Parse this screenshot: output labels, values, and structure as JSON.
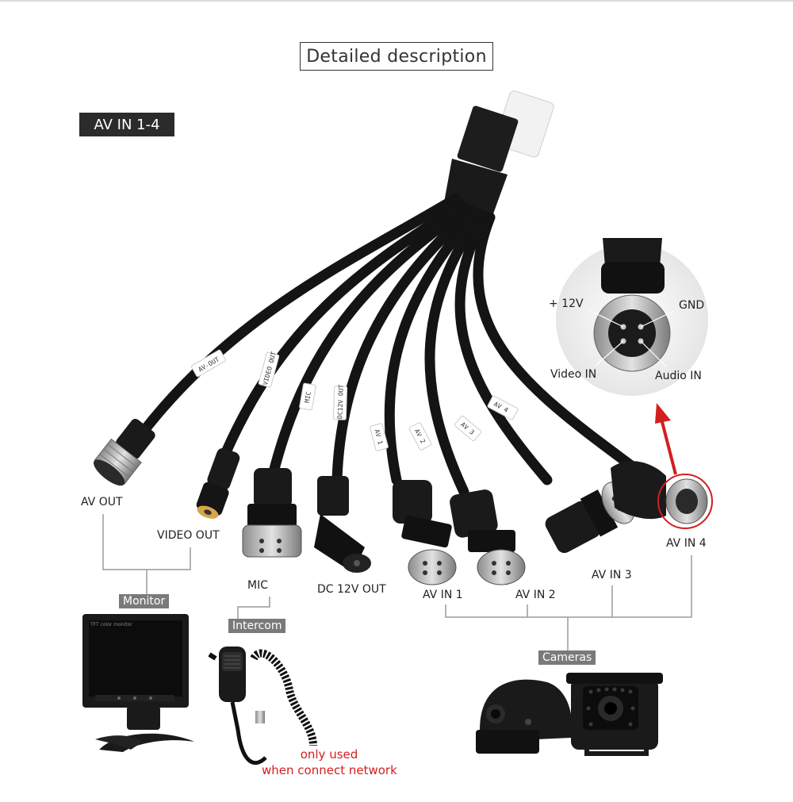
{
  "title": "Detailed description",
  "tag": "AV IN 1-4",
  "connectors": {
    "av_out": "AV OUT",
    "video_out": "VIDEO OUT",
    "mic": "MIC",
    "dc_out": "DC 12V OUT",
    "av_in_1": "AV IN 1",
    "av_in_2": "AV IN 2",
    "av_in_3": "AV IN 3",
    "av_in_4": "AV IN 4"
  },
  "cable_labels": {
    "av_out": "AV-OUT",
    "video_out": "VIDEO OUT",
    "mic": "MIC",
    "dc_out": "DC12V OUT",
    "av1": "AV 1",
    "av2": "AV 2",
    "av3": "AV 3",
    "av4": "AV 4"
  },
  "groups": {
    "monitor": "Monitor",
    "intercom": "Intercom",
    "cameras": "Cameras"
  },
  "note": {
    "line1": "only used",
    "line2": "when connect network"
  },
  "pinout": {
    "plus12v": "+ 12V",
    "gnd": "GND",
    "video_in": "Video IN",
    "audio_in": "Audio IN"
  },
  "monitor_brand": "TFT color monitor",
  "colors": {
    "accent_red": "#d21f1f",
    "tag_bg": "#2b2b2b",
    "group_bg": "#7a7a7a"
  }
}
